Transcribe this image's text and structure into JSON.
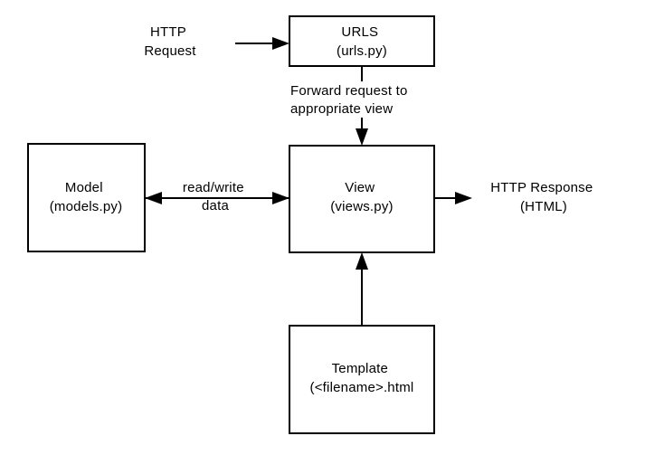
{
  "diagram": {
    "type": "flowchart",
    "description": "Django MVT request/response flow diagram",
    "colors": {
      "background": "#ffffff",
      "stroke": "#000000",
      "text": "#000000",
      "box_fill": "#ffffff"
    },
    "nodes": {
      "urls": {
        "line1": "URLS",
        "line2": "(urls.py)"
      },
      "view": {
        "line1": "View",
        "line2": "(views.py)"
      },
      "model": {
        "line1": "Model",
        "line2": "(models.py)"
      },
      "template": {
        "line1": "Template",
        "line2": "(<filename>.html"
      }
    },
    "labels": {
      "http_request": {
        "line1": "HTTP",
        "line2": "Request"
      },
      "forward": {
        "line1": "Forward request to",
        "line2": "appropriate view"
      },
      "read_write": {
        "line1": "read/write",
        "line2": "data"
      },
      "http_response": {
        "line1": "HTTP Response",
        "line2": "(HTML)"
      }
    },
    "edges": [
      {
        "from": "http-request-label",
        "to": "urls-box",
        "direction": "right",
        "label": ""
      },
      {
        "from": "urls-box",
        "to": "view-box",
        "direction": "down",
        "label": "Forward request to appropriate view"
      },
      {
        "from": "model-box",
        "to": "view-box",
        "direction": "both",
        "label": "read/write data"
      },
      {
        "from": "view-box",
        "to": "http-response-label",
        "direction": "right",
        "label": ""
      },
      {
        "from": "template-box",
        "to": "view-box",
        "direction": "up",
        "label": ""
      }
    ]
  }
}
